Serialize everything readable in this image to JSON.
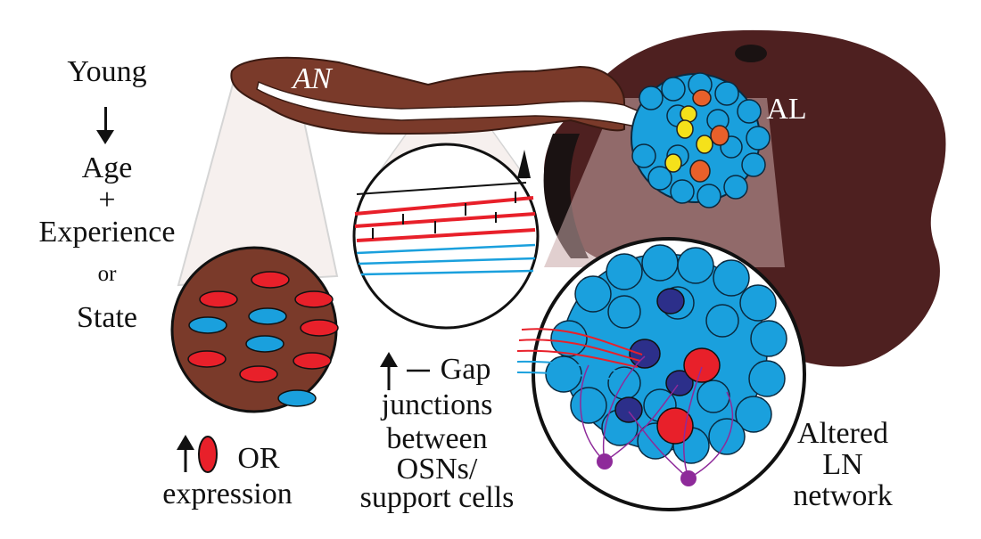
{
  "left_sequence": {
    "young": "Young",
    "age": "Age",
    "plus": "+",
    "experience": "Experience",
    "or": "or",
    "state": "State"
  },
  "structures": {
    "antenna": "AN",
    "antennal_lobe": "AL"
  },
  "annotations": {
    "or_expression_1": "OR",
    "or_expression_2": "expression",
    "gap_1": "Gap",
    "gap_2": "junctions",
    "gap_3": "between",
    "gap_4": "OSNs/",
    "gap_5": "support cells",
    "ln_1": "Altered",
    "ln_2": "LN",
    "ln_3": "network"
  },
  "colors": {
    "antenna_brown": "#7a3a2a",
    "brain_dark": "#4e2020",
    "glomerulus_blue": "#1aa0dd",
    "or_red": "#e8202a",
    "yellow": "#f5e11a",
    "orange": "#e8602a",
    "navy": "#2c2f8a",
    "ln_purple": "#8e2a9a"
  }
}
